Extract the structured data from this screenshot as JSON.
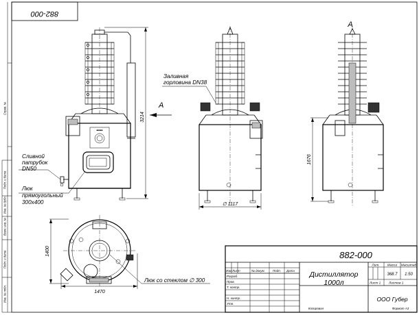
{
  "sheet": {
    "mirror_number": "882-000",
    "side_stamps": [
      "Инв. № подл.",
      "Подп. и дата",
      "Взам. инв. №",
      "Инв. № дубл.",
      "Подп. и дата",
      "Справ. №"
    ]
  },
  "views": {
    "front": {
      "callouts": [
        "Сливной",
        "патрубок",
        "DN50",
        "Люк",
        "прямоугольный",
        "300x400"
      ],
      "height_dim": "3214",
      "view_arrow": "A"
    },
    "side": {
      "callouts": [
        "Заливная",
        "горловина DN38"
      ],
      "diameter_dim": "∅ 1117"
    },
    "view_a": {
      "label": "A",
      "height_dim": "1676"
    },
    "top": {
      "height_dim": "1400",
      "width_dim": "1470",
      "callout": "Люк со стеклом ∅ 300"
    }
  },
  "title_block": {
    "doc_number": "882-000",
    "title_line1": "Дистиллятор",
    "title_line2": "1000л",
    "col_izm": "Изм",
    "col_list": "Лист",
    "col_ndoc": "№ докум.",
    "col_podp": "Подп.",
    "col_data": "Дата",
    "row_razrab": "Разраб.",
    "row_prov": "Пров.",
    "row_tkontr": "Т. контр.",
    "row_nkontr": "Н. контр.",
    "row_utv": "Утв.",
    "lit_label": "Лит.",
    "mass_label": "Масса",
    "scale_label": "Масштаб",
    "mass_value": "368.7",
    "scale_value": "1:50",
    "sheet_label": "Лист 1",
    "sheets_label": "Листов 1",
    "company": "ООО Губер",
    "copied_label": "Копировал",
    "format_label": "Формат A3"
  }
}
